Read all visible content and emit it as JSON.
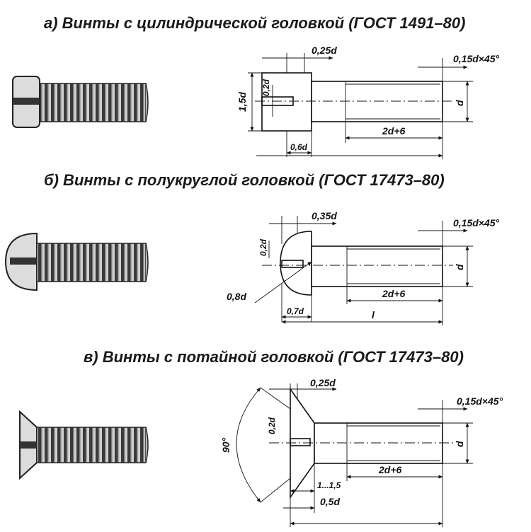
{
  "sections": [
    {
      "title": "а) Винты с цилиндрической головкой (ГОСТ 1491–80)",
      "labels": {
        "head_width_top": "0,25d",
        "chamfer": "0,15d×45°",
        "head_height": "1,5d",
        "slot_depth": "0,2d",
        "thread_dia": "d",
        "thread_len": "2d+6",
        "head_len": "0,6d"
      }
    },
    {
      "title": "б) Винты с полукруглой головкой (ГОСТ 17473–80)",
      "labels": {
        "head_width_top": "0,35d",
        "chamfer": "0,15d×45°",
        "slot_depth": "0,2d",
        "thread_dia": "d",
        "thread_len": "2d+6",
        "radius": "0,8d",
        "head_len": "0,7d",
        "total_len": "l"
      }
    },
    {
      "title": "в) Винты с потайной головкой (ГОСТ 17473–80)",
      "labels": {
        "head_width_top": "0,25d",
        "chamfer": "0,15d×45°",
        "angle": "90°",
        "slot_depth": "0,2d",
        "thread_dia": "d",
        "thread_len": "2d+6",
        "head_offset": "1...1,5",
        "head_len": "0,5d"
      }
    }
  ]
}
